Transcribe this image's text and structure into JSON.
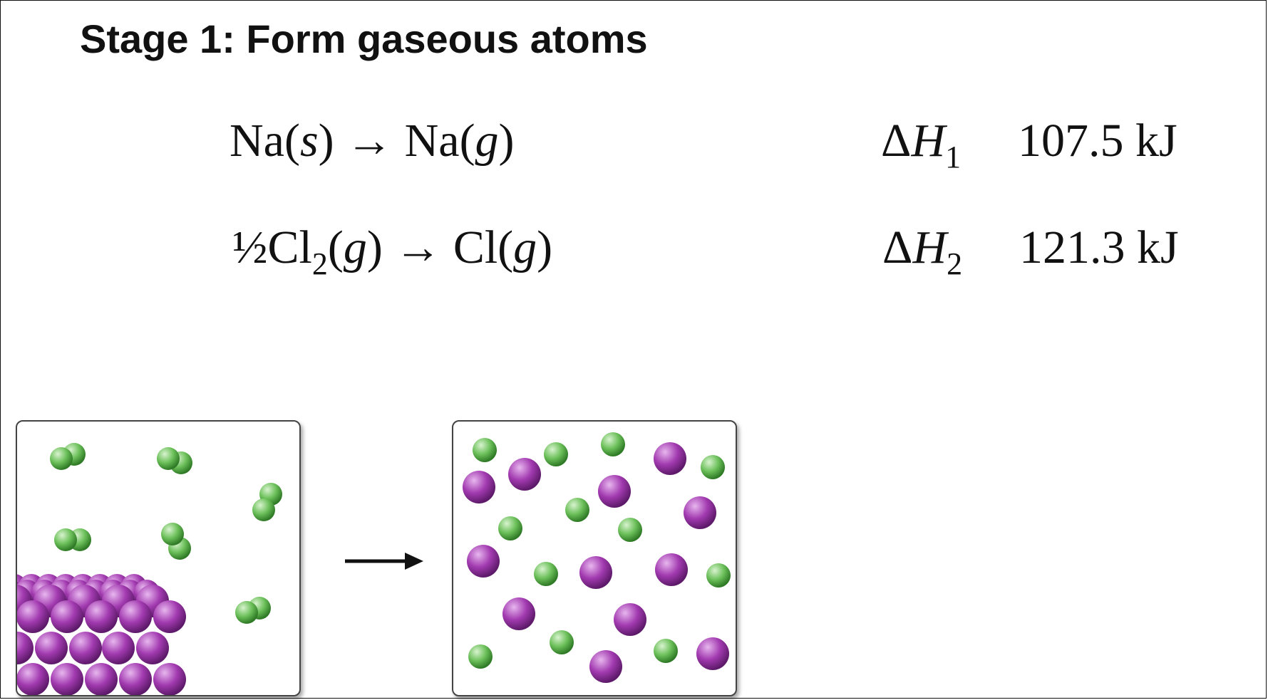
{
  "slide": {
    "title": "Stage 1:  Form gaseous atoms",
    "reactions": [
      {
        "lhs_species": "Na(",
        "lhs_state": "s",
        "lhs_close": ")",
        "arrow": "→",
        "rhs_species": "Na(",
        "rhs_state": "g",
        "rhs_close": ")",
        "delta": "Δ",
        "H": "H",
        "sub": "1",
        "value": "107.5 kJ"
      },
      {
        "coef": "½",
        "lhs_species": "Cl",
        "lhs_sub": "2",
        "lhs_open": "(",
        "lhs_state": "g",
        "lhs_close": ")",
        "arrow": "→",
        "rhs_species": "Cl(",
        "rhs_state": "g",
        "rhs_close": ")",
        "delta": "Δ",
        "H": "H",
        "sub": "2",
        "value": "121.3 kJ"
      }
    ],
    "colors": {
      "sodium": "#a23ab0",
      "chlorine": "#6cc05a"
    }
  }
}
